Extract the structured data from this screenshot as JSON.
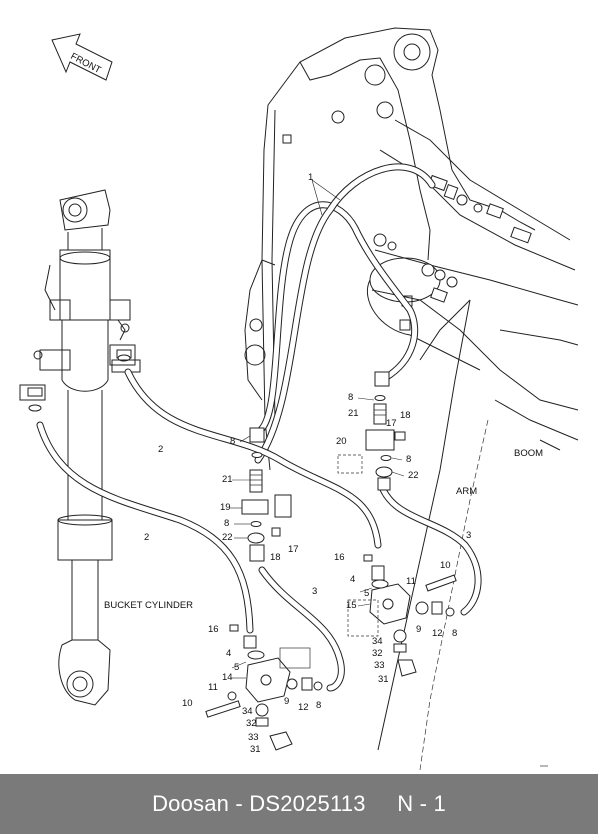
{
  "diagram": {
    "direction_label": "FRONT",
    "labels": {
      "bucket_cylinder": "BUCKET CYLINDER",
      "arm": "ARM",
      "boom": "BOOM"
    },
    "callouts": [
      {
        "text": "1"
      },
      {
        "text": "2"
      },
      {
        "text": "2"
      },
      {
        "text": "3"
      },
      {
        "text": "3"
      },
      {
        "text": "4"
      },
      {
        "text": "4"
      },
      {
        "text": "5"
      },
      {
        "text": "5"
      },
      {
        "text": "8"
      },
      {
        "text": "8"
      },
      {
        "text": "8"
      },
      {
        "text": "8"
      },
      {
        "text": "8"
      },
      {
        "text": "8"
      },
      {
        "text": "9"
      },
      {
        "text": "9"
      },
      {
        "text": "10"
      },
      {
        "text": "10"
      },
      {
        "text": "11"
      },
      {
        "text": "11"
      },
      {
        "text": "12"
      },
      {
        "text": "12"
      },
      {
        "text": "14"
      },
      {
        "text": "15"
      },
      {
        "text": "16"
      },
      {
        "text": "16"
      },
      {
        "text": "17"
      },
      {
        "text": "17"
      },
      {
        "text": "18"
      },
      {
        "text": "18"
      },
      {
        "text": "19"
      },
      {
        "text": "20"
      },
      {
        "text": "21"
      },
      {
        "text": "21"
      },
      {
        "text": "22"
      },
      {
        "text": "22"
      },
      {
        "text": "31"
      },
      {
        "text": "31"
      },
      {
        "text": "32"
      },
      {
        "text": "32"
      },
      {
        "text": "33"
      },
      {
        "text": "33"
      },
      {
        "text": "34"
      },
      {
        "text": "34"
      }
    ]
  },
  "footer": {
    "brand": "Doosan",
    "separator": " - ",
    "part_number": "DS2025113",
    "page": "N - 1"
  }
}
